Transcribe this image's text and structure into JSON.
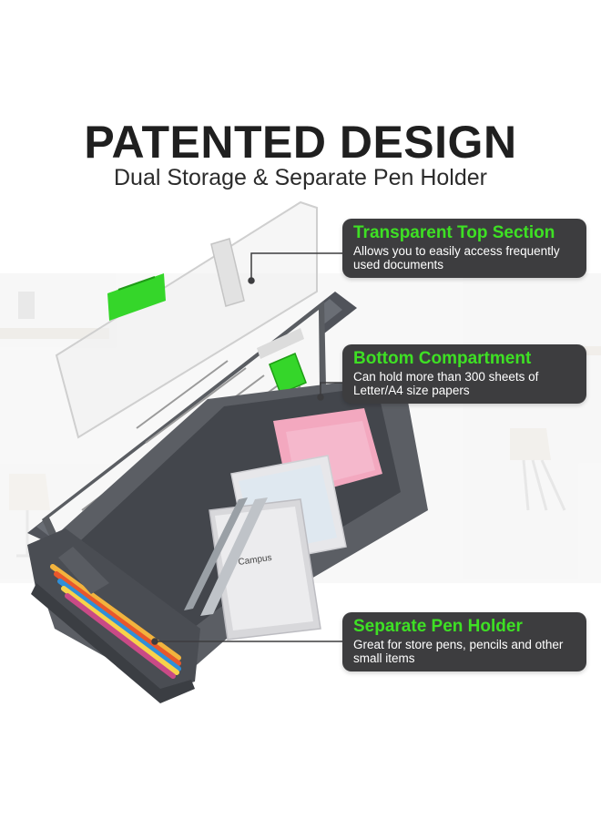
{
  "header": {
    "title": "PATENTED DESIGN",
    "subtitle": "Dual Storage & Separate Pen Holder"
  },
  "callouts": [
    {
      "title": "Transparent Top Section",
      "text": "Allows you to easily access frequently used documents"
    },
    {
      "title": "Bottom Compartment",
      "text": "Can hold more than 300 sheets of Letter/A4 size papers"
    },
    {
      "title": "Separate Pen Holder",
      "text": "Great for store pens, pencils and other small items"
    }
  ],
  "product": {
    "notebook_brand": "Campus"
  },
  "colors": {
    "accent_green": "#3ee024",
    "callout_bg": "#3d3d3f",
    "case_gray": "#5a5d62",
    "clip_green": "#35d62a",
    "title_text": "#1f1f1f"
  }
}
